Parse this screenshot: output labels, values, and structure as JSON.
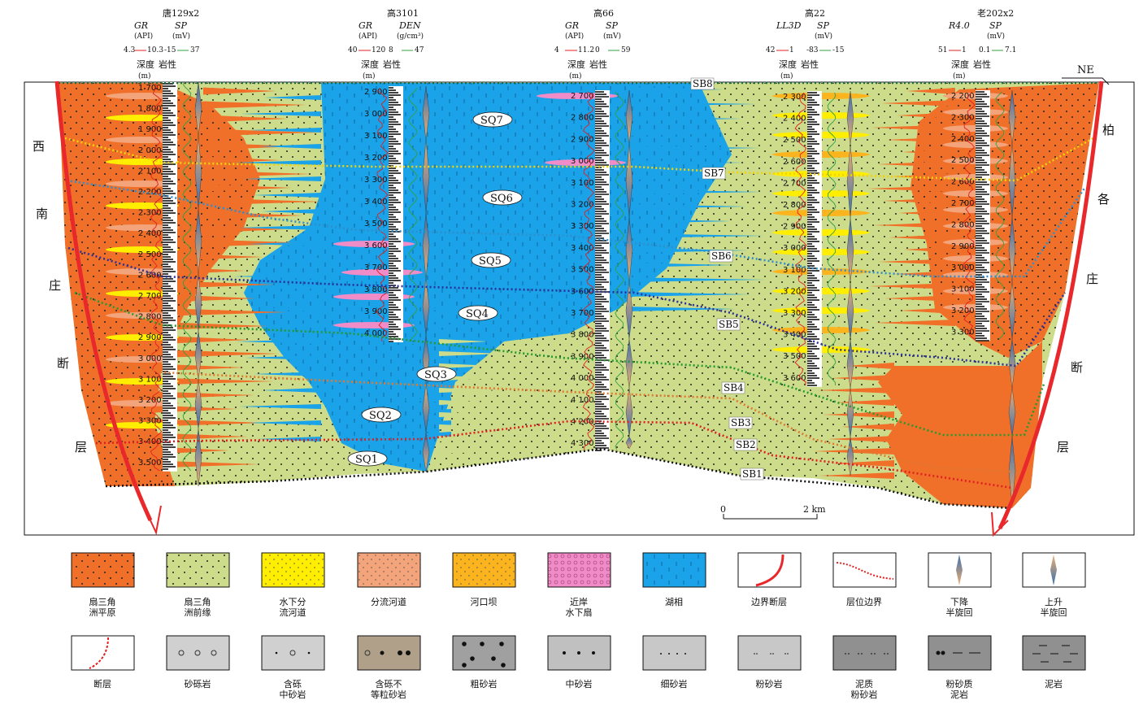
{
  "wells": [
    {
      "name": "唐129x2",
      "log1": "GR",
      "log1_unit": "(API)",
      "log1_range": [
        "4.3",
        "10.3"
      ],
      "log2": "SP",
      "log2_unit": "(mV)",
      "log2_range": [
        "-15",
        "37"
      ],
      "depth_header": "深度",
      "lith_header": "岩性",
      "depth_unit": "(m)",
      "depths": [
        "1 700",
        "1 800",
        "1 900",
        "2 000",
        "2 100",
        "2 200",
        "2 300",
        "2 400",
        "2 500",
        "2 600",
        "2 700",
        "2 800",
        "2 900",
        "3 000",
        "3 100",
        "3 200",
        "3 300",
        "3 400",
        "3 500"
      ]
    },
    {
      "name": "高3101",
      "log1": "GR",
      "log1_unit": "(API)",
      "log1_range": [
        "40",
        "120"
      ],
      "log2": "DEN",
      "log2_unit": "(g/cm³)",
      "log2_range": [
        "8",
        "47"
      ],
      "depth_header": "深度",
      "lith_header": "岩性",
      "depth_unit": "(m)",
      "depths": [
        "2 900",
        "3 000",
        "3 100",
        "3 200",
        "3 300",
        "3 400",
        "3 500",
        "3 600",
        "3 700",
        "3 800",
        "3 900",
        "4 000"
      ]
    },
    {
      "name": "高66",
      "log1": "GR",
      "log1_unit": "(API)",
      "log1_range": [
        "4",
        "11.2"
      ],
      "log2": "SP",
      "log2_unit": "(mV)",
      "log2_range": [
        "0",
        "59"
      ],
      "depth_header": "深度",
      "lith_header": "岩性",
      "depth_unit": "(m)",
      "depths": [
        "2 700",
        "2 800",
        "2 900",
        "3 000",
        "3 100",
        "3 200",
        "3 300",
        "3 400",
        "3 500",
        "3 600",
        "3 700",
        "3 800",
        "3 900",
        "4 000",
        "4 100",
        "4 200",
        "4 300"
      ]
    },
    {
      "name": "高22",
      "log1": "LL3D",
      "log1_unit": "",
      "log1_range": [
        "42",
        "1"
      ],
      "log2": "SP",
      "log2_unit": "(mV)",
      "log2_range": [
        "-83",
        "-15"
      ],
      "depth_header": "深度",
      "lith_header": "岩性",
      "depth_unit": "(m)",
      "depths": [
        "2 300",
        "2 400",
        "2 500",
        "2 600",
        "2 700",
        "2 800",
        "2 900",
        "3 000",
        "3 100",
        "3 200",
        "3 300",
        "3 400",
        "3 500",
        "3 600"
      ]
    },
    {
      "name": "老202x2",
      "log1": "R4.0",
      "log1_unit": "",
      "log1_range": [
        "51",
        "1"
      ],
      "log2": "SP",
      "log2_unit": "(mV)",
      "log2_range": [
        "0.1",
        "7.1"
      ],
      "depth_header": "深度",
      "lith_header": "岩性",
      "depth_unit": "(m)",
      "depths": [
        "2 200",
        "2 300",
        "2 400",
        "2 500",
        "2 600",
        "2 700",
        "2 800",
        "2 900",
        "3 000",
        "3 100",
        "3 200",
        "3 300"
      ]
    }
  ],
  "sequences": [
    "SQ7",
    "SQ6",
    "SQ5",
    "SQ4",
    "SQ3",
    "SQ2",
    "SQ1"
  ],
  "boundaries": [
    "SB8",
    "SB7",
    "SB6",
    "SB5",
    "SB4",
    "SB3",
    "SB2",
    "SB1"
  ],
  "left_fault": [
    "西",
    "南",
    "庄",
    "断",
    "层"
  ],
  "right_fault": [
    "柏",
    "各",
    "庄",
    "断",
    "层"
  ],
  "direction": "NE",
  "scale": {
    "start": "0",
    "end": "2 km"
  },
  "colors": {
    "fan_plain": "#f0702a",
    "fan_front": "#cddc8a",
    "distributary_underwater": "#ffee00",
    "distributary": "#f4a47a",
    "mouth_bar": "#fbb41e",
    "nearshore_fan": "#f08cc8",
    "lake": "#1aa3e8",
    "fault": "#e8282a"
  },
  "legend_row1": [
    {
      "label": "扇三角\n洲平原",
      "swatch": "fan_plain"
    },
    {
      "label": "扇三角\n洲前缘",
      "swatch": "fan_front"
    },
    {
      "label": "水下分\n流河道",
      "swatch": "distributary_underwater"
    },
    {
      "label": "分流河道",
      "swatch": "distributary"
    },
    {
      "label": "河口坝",
      "swatch": "mouth_bar"
    },
    {
      "label": "近岸\n水下扇",
      "swatch": "nearshore_fan"
    },
    {
      "label": "湖相",
      "swatch": "lake"
    },
    {
      "label": "边界断层",
      "swatch": "boundary_fault"
    },
    {
      "label": "层位边界",
      "swatch": "horizon"
    },
    {
      "label": "下降\n半旋回",
      "swatch": "falling"
    },
    {
      "label": "上升\n半旋回",
      "swatch": "rising"
    }
  ],
  "legend_row2": [
    {
      "label": "断层",
      "swatch": "fault"
    },
    {
      "label": "砂砾岩",
      "swatch": "conglomerate"
    },
    {
      "label": "含砾\n中砂岩",
      "swatch": "pebbly_medium"
    },
    {
      "label": "含砾不\n等粒砂岩",
      "swatch": "pebbly_unequal"
    },
    {
      "label": "粗砂岩",
      "swatch": "coarse"
    },
    {
      "label": "中砂岩",
      "swatch": "medium"
    },
    {
      "label": "细砂岩",
      "swatch": "fine"
    },
    {
      "label": "粉砂岩",
      "swatch": "silt"
    },
    {
      "label": "泥质\n粉砂岩",
      "swatch": "muddy_silt"
    },
    {
      "label": "粉砂质\n泥岩",
      "swatch": "silty_mud"
    },
    {
      "label": "泥岩",
      "swatch": "mudstone"
    }
  ]
}
